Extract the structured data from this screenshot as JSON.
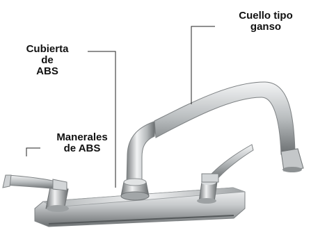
{
  "labels": {
    "cuello": [
      "Cuello tipo",
      "ganso"
    ],
    "cubierta": [
      "Cubierta",
      "de",
      "ABS"
    ],
    "manerales": [
      "Manerales",
      "de ABS"
    ]
  },
  "colors": {
    "chrome_light": "#eef0f1",
    "chrome_mid": "#b9bdbf",
    "chrome_dark": "#5d6163",
    "leader_line": "#222222",
    "text": "#111111"
  }
}
